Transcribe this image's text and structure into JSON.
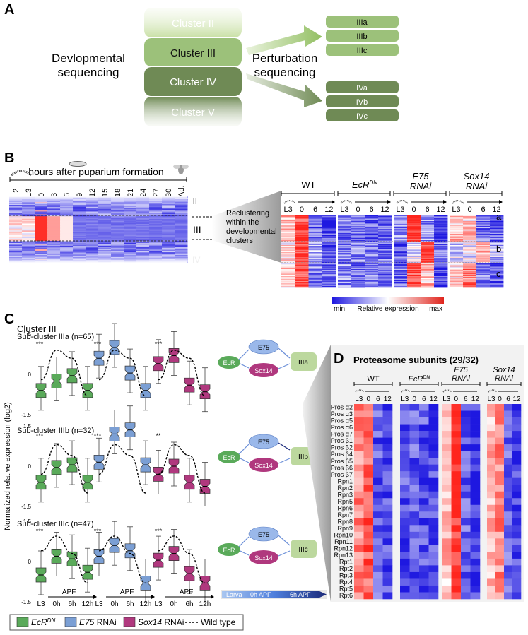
{
  "panelA": {
    "letter": "A",
    "clusters": [
      "Cluster II",
      "Cluster III",
      "Cluster IV",
      "Cluster V"
    ],
    "dev_label_1": "Devlopmental",
    "dev_label_2": "sequencing",
    "pert_label_1": "Perturbation",
    "pert_label_2": "sequencing",
    "sub_III": [
      "IIIa",
      "IIIb",
      "IIIc"
    ],
    "sub_IV": [
      "IVa",
      "IVb",
      "IVc"
    ]
  },
  "panelB": {
    "letter": "B",
    "header": "hours after puparium formation",
    "timepoints": [
      "L2",
      "L3",
      "0",
      "3",
      "6",
      "9",
      "12",
      "15",
      "18",
      "21",
      "24",
      "27",
      "30",
      "Ad."
    ],
    "cluster_labels": [
      "II",
      "III",
      "IV"
    ],
    "recluster_lines": [
      "Reclustering",
      "within the",
      "developmental",
      "clusters"
    ],
    "conditions": [
      "WT",
      "EcR",
      "E75",
      "Sox14"
    ],
    "condition_sup": "DN",
    "condition_line2": [
      "",
      "",
      "RNAi",
      "RNAi"
    ],
    "cols": [
      "L3",
      "0",
      "6",
      "12"
    ],
    "row_groups": [
      "a",
      "b",
      "c"
    ],
    "scale_min": "min",
    "scale_label": "Relative expression",
    "scale_max": "max"
  },
  "panelC": {
    "letter": "C",
    "title": "Cluster III",
    "subtitles": [
      "Sub-cluster IIIa (n=65)",
      "Sub-cluster IIIb (n=32)",
      "Sub-cluster IIIc (n=47)"
    ],
    "ylabel": "Normalized relative expression (log2)",
    "yticks": [
      "1.5",
      "0",
      "-1.5"
    ],
    "xticks": [
      "L3",
      "0h",
      "6h",
      "12h"
    ],
    "apf": "APF",
    "sig": "***",
    "sig2": "**",
    "net_nodes": [
      "EcR",
      "E75",
      "Sox14"
    ],
    "net_targets": [
      "IIIa",
      "IIIb",
      "IIIc"
    ],
    "time_legend": [
      "Larva",
      "0h APF",
      "6h APF"
    ],
    "legend": [
      "EcR",
      "E75",
      "Sox14",
      "Wild type"
    ],
    "legend_sup": "DN",
    "legend_suffix": [
      "",
      " RNAi",
      " RNAi",
      ""
    ]
  },
  "panelD": {
    "letter": "D",
    "title": "Proteasome subunits (29/32)",
    "conditions": [
      "WT",
      "EcR",
      "E75",
      "Sox14"
    ],
    "condition_line2": [
      "",
      "",
      "RNAi",
      "RNAi"
    ],
    "cols": [
      "L3",
      "0",
      "6",
      "12"
    ],
    "genes": [
      "Pros α2",
      "Pros α3",
      "Pros α5",
      "Pros α6",
      "Pros α7",
      "Pros β1",
      "Pros β2",
      "Pros β4",
      "Pros β5",
      "Pros β6",
      "Pros β7",
      "Rpn1",
      "Rpn2",
      "Rpn3",
      "Rpn5",
      "Rpn6",
      "Rpn7",
      "Rpn8",
      "Rpn9",
      "Rpn10",
      "Rpn11",
      "Rpn12",
      "Rpn13",
      "Rpt1",
      "Rpt2",
      "Rpt3",
      "Rpt4",
      "Rpt5",
      "Rpt6"
    ]
  },
  "colors": {
    "green_fill": "#5aaa5a",
    "blue_fill": "#7b9fd4",
    "magenta_fill": "#b0387e",
    "cluster_light": "#c9e0a6",
    "cluster_mid": "#9cc17a",
    "cluster_dark": "#6f8a55",
    "heat_red": "#e0251d",
    "heat_blue": "#1e18e0"
  }
}
